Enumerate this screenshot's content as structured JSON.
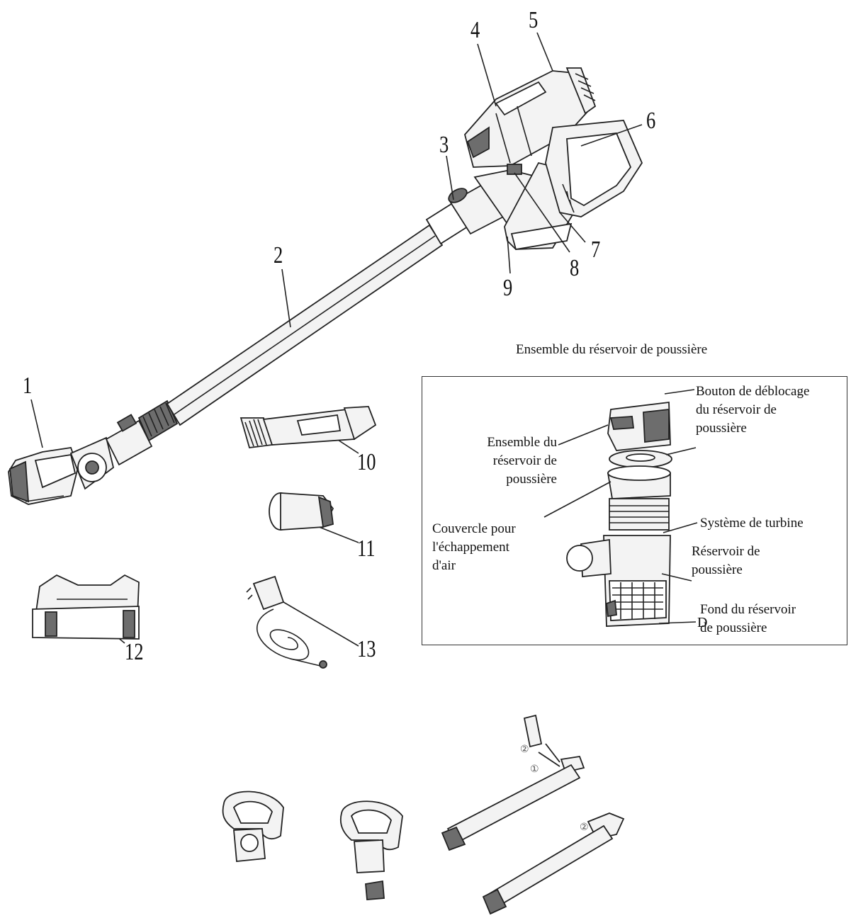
{
  "numbers": [
    "1",
    "2",
    "3",
    "4",
    "5",
    "6",
    "7",
    "8",
    "9",
    "10",
    "11",
    "12",
    "13"
  ],
  "inset": {
    "title": "Ensemble du réservoir de poussière",
    "labels": {
      "release_button": [
        "Bouton de déblocage",
        "du réservoir de",
        "poussière"
      ],
      "assembly": [
        "Ensemble du",
        "réservoir de",
        "poussière"
      ],
      "exhaust_cover": [
        "Couvercle pour",
        "l'échappement",
        "d'air"
      ],
      "turbine": [
        "Système de turbine"
      ],
      "container": [
        "Réservoir de",
        "poussière"
      ],
      "bottom": [
        "Fond du réservoir",
        "de poussière"
      ],
      "stray_letter": "D"
    }
  },
  "step_marks": [
    "②",
    "①",
    "②"
  ]
}
